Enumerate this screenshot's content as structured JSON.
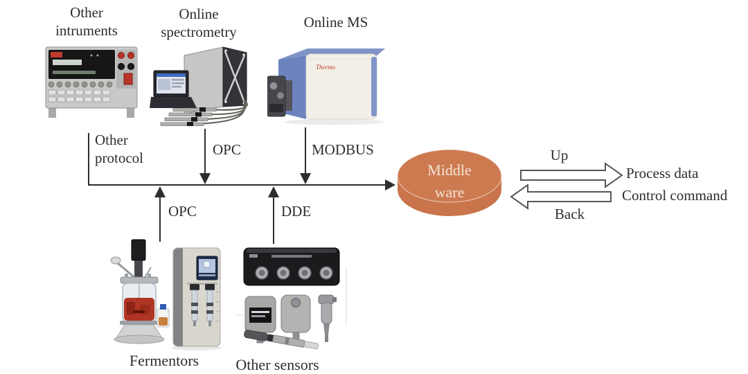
{
  "meta": {
    "background": "#ffffff",
    "line_color": "#2d2d2d",
    "middleware_fill": "#cb764e",
    "block_arrow_outline": "#555555"
  },
  "devices": {
    "other_instruments": {
      "label": "Other intruments"
    },
    "online_spectrometry": {
      "label": "Online spectrometry"
    },
    "online_ms": {
      "label": "Online MS",
      "brand": "Thermo"
    },
    "fermentors": {
      "label": "Fermentors"
    },
    "other_sensors": {
      "label": "Other sensors"
    }
  },
  "protocols": {
    "other_protocol": "Other protocol",
    "opc_top": "OPC",
    "modbus": "MODBUS",
    "opc_bottom": "OPC",
    "dde": "DDE"
  },
  "middleware": {
    "line1": "Middle",
    "line2": "ware"
  },
  "flows": {
    "up_label": "Up",
    "back_label": "Back",
    "process_data": "Process data",
    "control_command": "Control command"
  }
}
